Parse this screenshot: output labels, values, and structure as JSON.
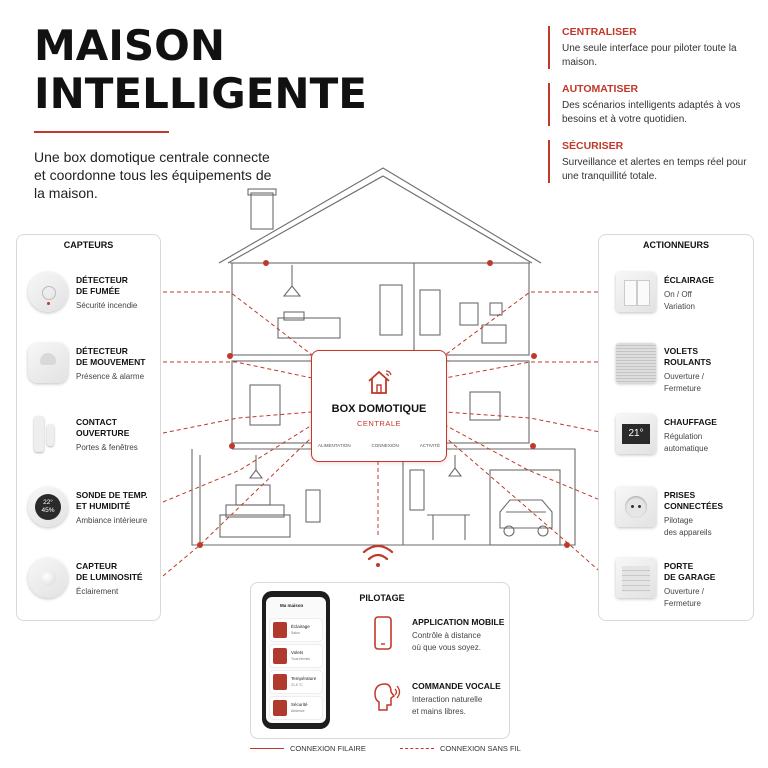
{
  "header": {
    "title": "MAISON\nINTELLIGENTE",
    "intro": "Une box domotique centrale connecte et coordonne tous les équipements de la maison."
  },
  "features": [
    {
      "title": "CENTRALISER",
      "text": "Une seule interface pour piloter toute la maison."
    },
    {
      "title": "AUTOMATISER",
      "text": "Des scénarios intelligents adaptés à vos besoins et à votre quotidien."
    },
    {
      "title": "SÉCURISER",
      "text": "Surveillance et alertes en temps réel pour une tranquillité totale."
    }
  ],
  "sensors": {
    "title": "CAPTEURS",
    "items": [
      {
        "name": "DÉTECTEUR\nDE FUMÉE",
        "desc": "Sécurité incendie",
        "icon": "smoke-detector-icon"
      },
      {
        "name": "DÉTECTEUR\nDE MOUVEMENT",
        "desc": "Présence & alarme",
        "icon": "motion-sensor-icon"
      },
      {
        "name": "CONTACT\nOUVERTURE",
        "desc": "Portes & fenêtres",
        "icon": "door-contact-icon"
      },
      {
        "name": "SONDE DE TEMP.\nET HUMIDITÉ",
        "desc": "Ambiance intérieure",
        "icon": "thermo-hygrometer-icon",
        "display": "22°\n45%"
      },
      {
        "name": "CAPTEUR\nDE LUMINOSITÉ",
        "desc": "Éclairement",
        "icon": "light-sensor-icon"
      }
    ]
  },
  "actuators": {
    "title": "ACTIONNEURS",
    "items": [
      {
        "name": "ÉCLAIRAGE",
        "desc": "On / Off\nVariation",
        "icon": "light-switch-icon"
      },
      {
        "name": "VOLETS\nROULANTS",
        "desc": "Ouverture /\nFermeture",
        "icon": "roller-shutter-icon"
      },
      {
        "name": "CHAUFFAGE",
        "desc": "Régulation\nautomatique",
        "icon": "thermostat-icon",
        "display": "21°"
      },
      {
        "name": "PRISES\nCONNECTÉES",
        "desc": "Pilotage\ndes appareils",
        "icon": "smart-plug-icon"
      },
      {
        "name": "PORTE\nDE GARAGE",
        "desc": "Ouverture /\nFermeture",
        "icon": "garage-door-icon"
      }
    ]
  },
  "hub": {
    "title": "BOX DOMOTIQUE",
    "subtitle": "CENTRALE",
    "footer": [
      "ALIMENTATION",
      "CONNEXION",
      "ACTIVITÉ"
    ]
  },
  "pilotage": {
    "title": "PILOTAGE",
    "app_title": "Ma maison",
    "app_rows": [
      {
        "label": "Éclairage",
        "sub": "Salon"
      },
      {
        "label": "Volets",
        "sub": "Tous fermés"
      },
      {
        "label": "Température",
        "sub": "21,0 °C"
      },
      {
        "label": "Sécurité",
        "sub": "Absence"
      }
    ],
    "modes": [
      {
        "name": "APPLICATION MOBILE",
        "desc": "Contrôle à distance\noù que vous soyez."
      },
      {
        "name": "COMMANDE VOCALE",
        "desc": "Interaction naturelle\net mains libres."
      }
    ]
  },
  "legend": {
    "wired": "CONNEXION FILAIRE",
    "wireless": "CONNEXION SANS FIL"
  },
  "colors": {
    "accent": "#c0392b",
    "line": "#555555"
  }
}
